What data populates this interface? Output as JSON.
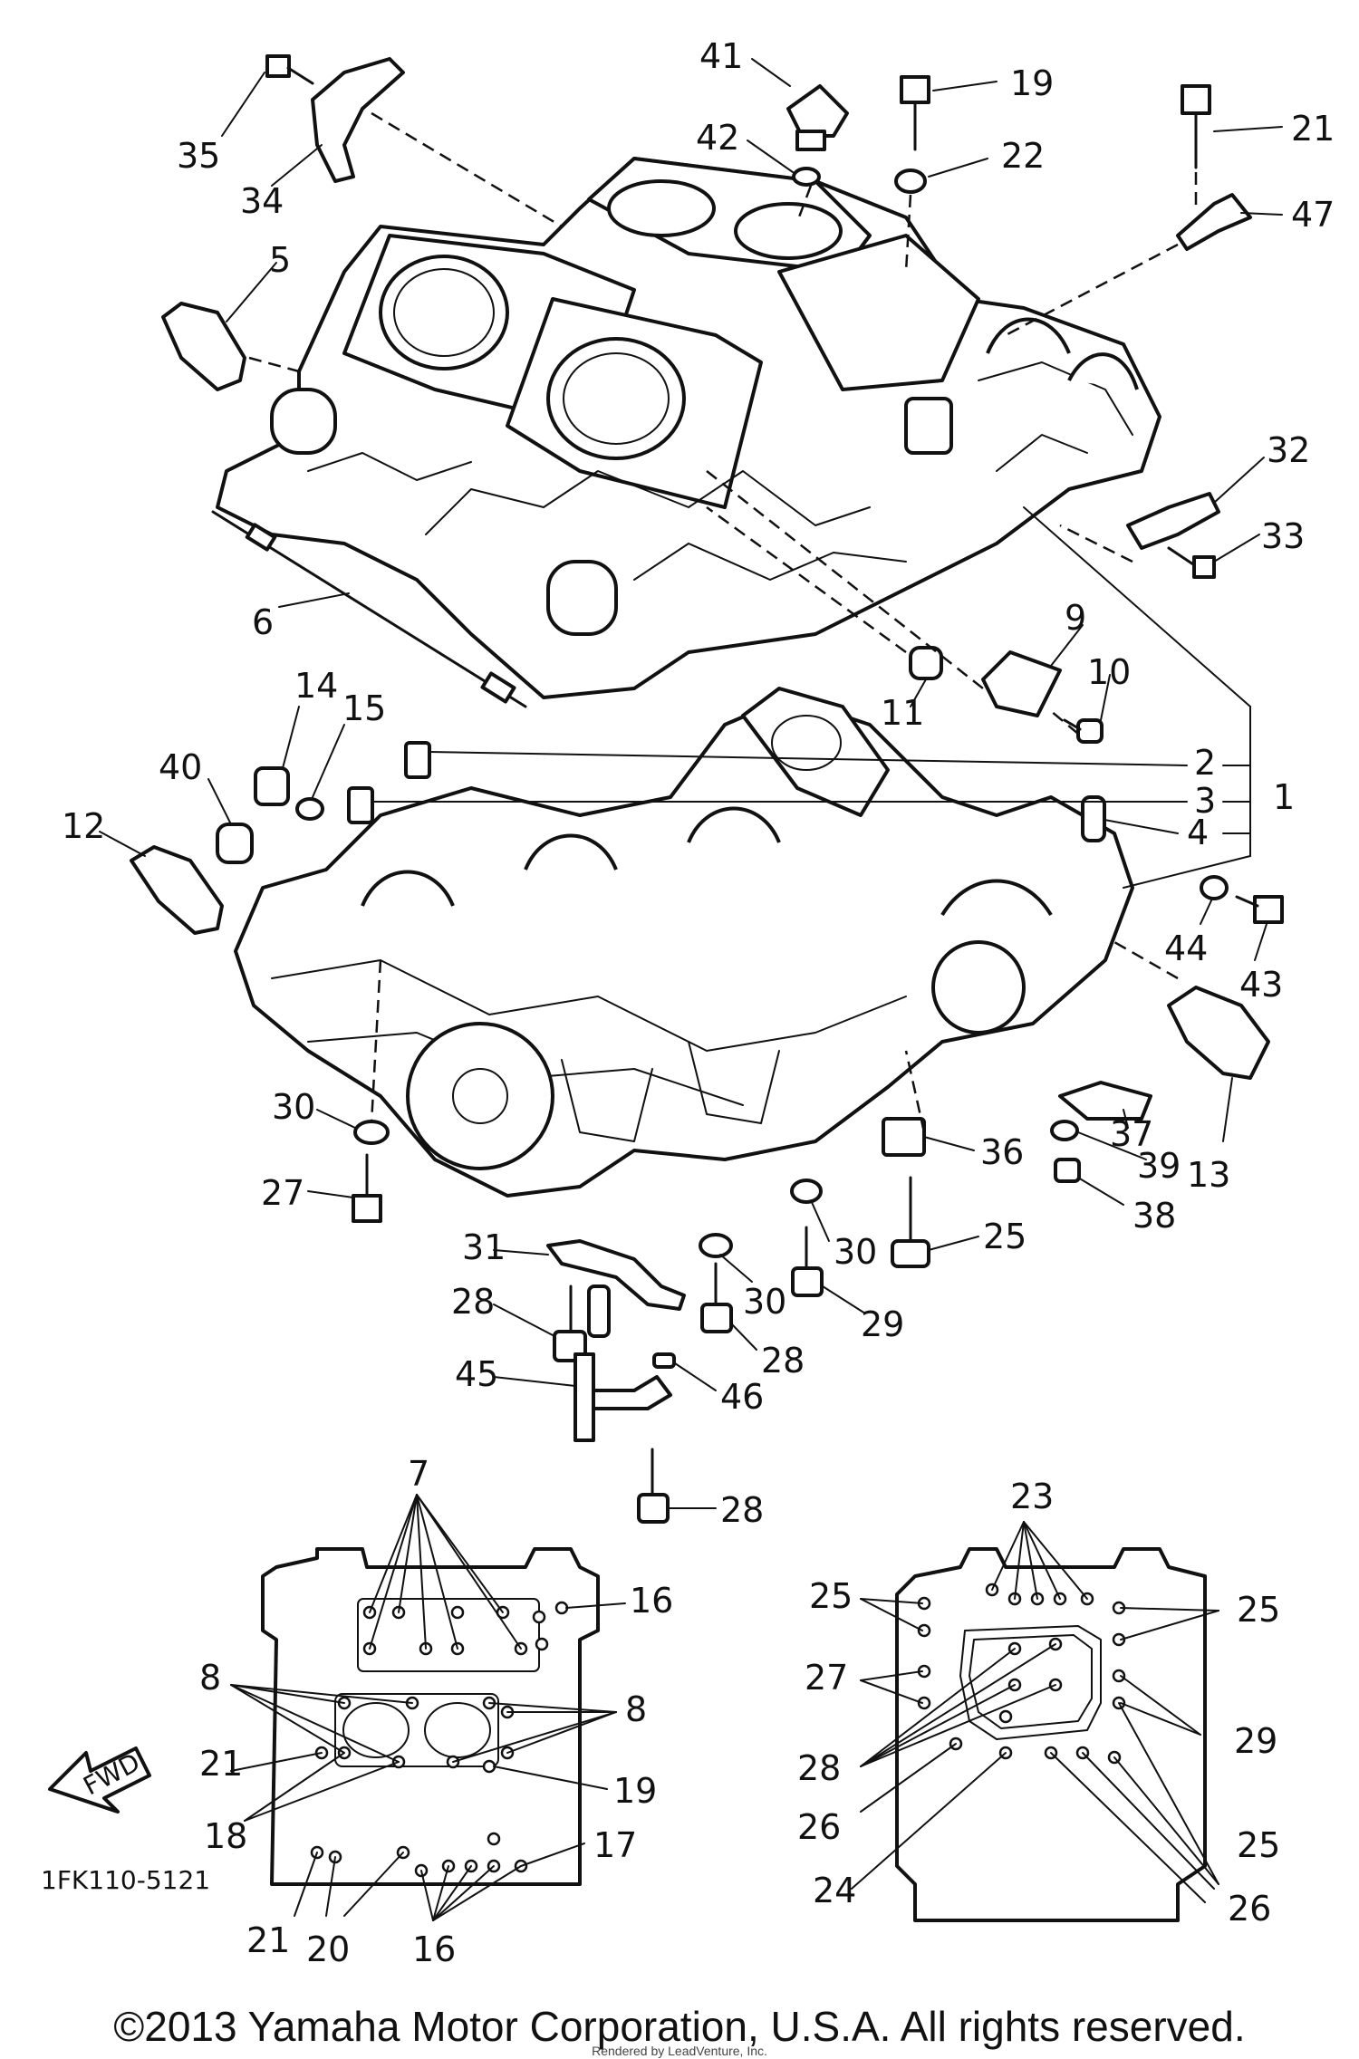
{
  "diagram": {
    "title_code": "1FK110-5121",
    "front_arrow": "FWD",
    "callouts": {
      "c1": "1",
      "c2": "2",
      "c3": "3",
      "c4": "4",
      "c5": "5",
      "c6": "6",
      "c7": "7",
      "c8a": "8",
      "c8b": "8",
      "c9": "9",
      "c10": "10",
      "c11": "11",
      "c12": "12",
      "c13": "13",
      "c14": "14",
      "c15": "15",
      "c16a": "16",
      "c16b": "16",
      "c17": "17",
      "c18": "18",
      "c19a": "19",
      "c19b": "19",
      "c20": "20",
      "c21a": "21",
      "c21b": "21",
      "c21c": "21",
      "c22": "22",
      "c23": "23",
      "c24": "24",
      "c25a": "25",
      "c25b": "25",
      "c25c": "25",
      "c25d": "25",
      "c26a": "26",
      "c26b": "26",
      "c27a": "27",
      "c27b": "27",
      "c28a": "28",
      "c28b": "28",
      "c28c": "28",
      "c28d": "28",
      "c29a": "29",
      "c29b": "29",
      "c30a": "30",
      "c30b": "30",
      "c30c": "30",
      "c31": "31",
      "c32": "32",
      "c33": "33",
      "c34": "34",
      "c35": "35",
      "c36": "36",
      "c37": "37",
      "c38": "38",
      "c39": "39",
      "c40": "40",
      "c41": "41",
      "c42": "42",
      "c43": "43",
      "c44": "44",
      "c45": "45",
      "c46": "46",
      "c47": "47"
    }
  },
  "footer": {
    "copyright": "©2013 Yamaha Motor Corporation, U.S.A. All rights reserved.",
    "watermark": "Rendered by LeadVenture, Inc."
  }
}
